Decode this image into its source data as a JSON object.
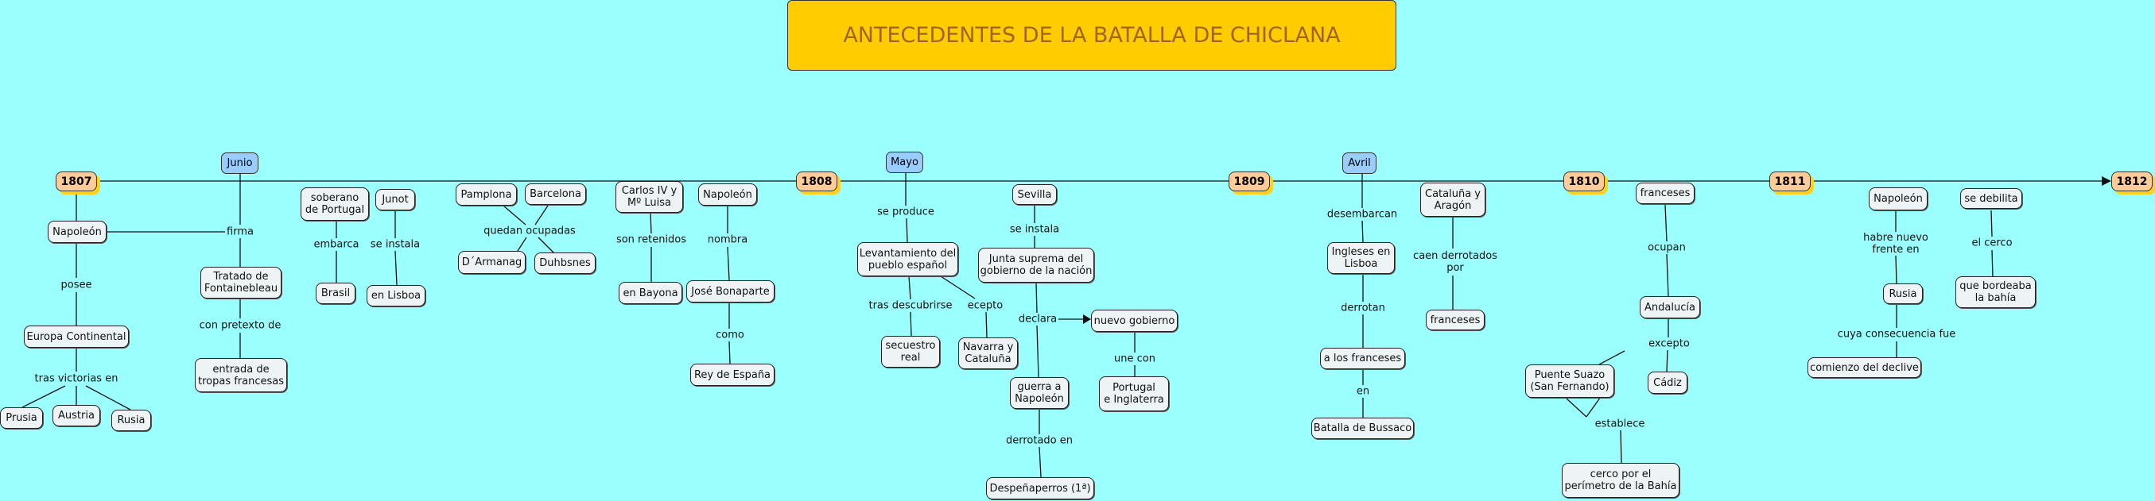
{
  "title": "ANTECEDENTES DE LA BATALLA DE CHICLANA",
  "years": [
    "1807",
    "1808",
    "1809",
    "1810",
    "1811",
    "1812"
  ],
  "months": {
    "junio": "Junio",
    "mayo": "Mayo",
    "avril": "Avril"
  },
  "nodes": {
    "napoleon1807": "Napoleón",
    "europa": "Europa Continental",
    "prusia": "Prusia",
    "austria": "Austria",
    "rusia1807": "Rusia",
    "tratado": "Tratado de\nFontainebleau",
    "entrada": "entrada de\ntropas francesas",
    "soberano": "soberano\nde Portugal",
    "junot": "Junot",
    "brasil": "Brasil",
    "lisboa": "en Lisboa",
    "pamplona": "Pamplona",
    "barcelona": "Barcelona",
    "darmanag": "D´Armanag",
    "duhbsnes": "Duhbsnes",
    "carlos": "Carlos IV y\nMº Luisa",
    "bayona": "en Bayona",
    "napoleon1808": "Napoleón",
    "jose": "José Bonaparte",
    "rey": "Rey de España",
    "levantamiento": "Levantamiento del\npueblo español",
    "secuestro": "secuestro\nreal",
    "navarra": "Navarra y\nCataluña",
    "sevilla": "Sevilla",
    "junta": "Junta suprema del\ngobierno de la nación",
    "nuevo": "nuevo gobierno",
    "guerra": "guerra a\nNapoleón",
    "portugal": "Portugal\ne Inglaterra",
    "despenaperros": "Despeñaperros (1ª)",
    "ingleses": "Ingleses en\nLisboa",
    "alosfranceses": "a los franceses",
    "bussaco": "Batalla de Bussaco",
    "cataluna": "Cataluña y\nAragón",
    "franceses1809": "franceses",
    "franceses1810": "franceses",
    "andalucia": "Andalucía",
    "puente": "Puente Suazo\n(San Fernando)",
    "cadiz": "Cádiz",
    "cerco": "cerco por el\nperímetro de la Bahía",
    "napoleon1811": "Napoleón",
    "rusia1811": "Rusia",
    "declive": "comienzo del declive",
    "debilita": "se debilita",
    "bordeaba": "que bordeaba\nla bahía"
  },
  "links": {
    "firma": "firma",
    "posee": "posee",
    "tras_victorias": "tras victorias en",
    "pretexto": "con pretexto de",
    "embarca": "embarca",
    "se_instala1": "se instala",
    "quedan": "quedan ocupadas",
    "retenidos": "son retenidos",
    "nombra": "nombra",
    "como": "como",
    "se_produce": "se produce",
    "tras_descubrirse": "tras descubrirse",
    "ecepto": "ecepto",
    "se_instala2": "se instala",
    "declara": "declara",
    "une_con": "une con",
    "derrotado_en": "derrotado en",
    "desembarcan": "desembarcan",
    "derrotan": "derrotan",
    "en": "en",
    "caen": "caen derrotados\npor",
    "ocupan": "ocupan",
    "excepto": "excepto",
    "establece": "establece",
    "habre": "habre nuevo\nfrente en",
    "cuya": "cuya consecuencia fue",
    "el_cerco": "el cerco"
  }
}
